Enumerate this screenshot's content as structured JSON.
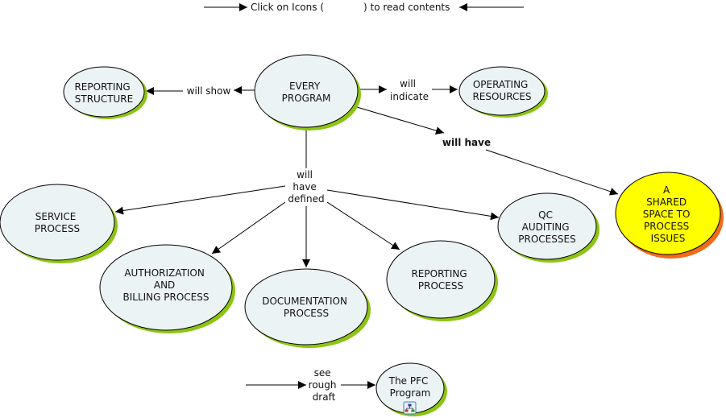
{
  "header": {
    "text_before": "Click on Icons (",
    "text_after": ") to read contents"
  },
  "colors": {
    "node_fill": "#ecf3f5",
    "node_shadow": "#8cc414",
    "highlight_fill": "#ffff00",
    "highlight_shadow": "#f26b1d",
    "line": "#000000"
  },
  "nodes": {
    "every_program": {
      "lines": [
        "EVERY",
        "PROGRAM"
      ]
    },
    "reporting_structure": {
      "lines": [
        "REPORTING",
        "STRUCTURE"
      ]
    },
    "operating_resources": {
      "lines": [
        "OPERATING",
        "RESOURCES"
      ]
    },
    "shared_space": {
      "lines": [
        "A",
        "SHARED",
        "SPACE TO",
        "PROCESS",
        "ISSUES"
      ]
    },
    "service_process": {
      "lines": [
        "SERVICE",
        "PROCESS"
      ]
    },
    "authorization_billing": {
      "lines": [
        "AUTHORIZATION",
        "AND",
        "BILLING PROCESS"
      ]
    },
    "documentation_process": {
      "lines": [
        "DOCUMENTATION",
        "PROCESS"
      ]
    },
    "reporting_process": {
      "lines": [
        "REPORTING",
        "PROCESS"
      ]
    },
    "qc_auditing": {
      "lines": [
        "QC",
        "AUDITING",
        "PROCESSES"
      ]
    },
    "pfc_program": {
      "lines": [
        "The PFC",
        "Program"
      ],
      "icon": "concept-map-icon"
    }
  },
  "links": {
    "will_show": {
      "lines": [
        "will show"
      ]
    },
    "will_indicate": {
      "lines": [
        "will",
        "indicate"
      ]
    },
    "will_have": {
      "lines": [
        "will have"
      ]
    },
    "will_have_defined": {
      "lines": [
        "will",
        "have",
        "defined"
      ]
    },
    "see_rough_draft": {
      "lines": [
        "see",
        "rough",
        "draft"
      ]
    }
  }
}
